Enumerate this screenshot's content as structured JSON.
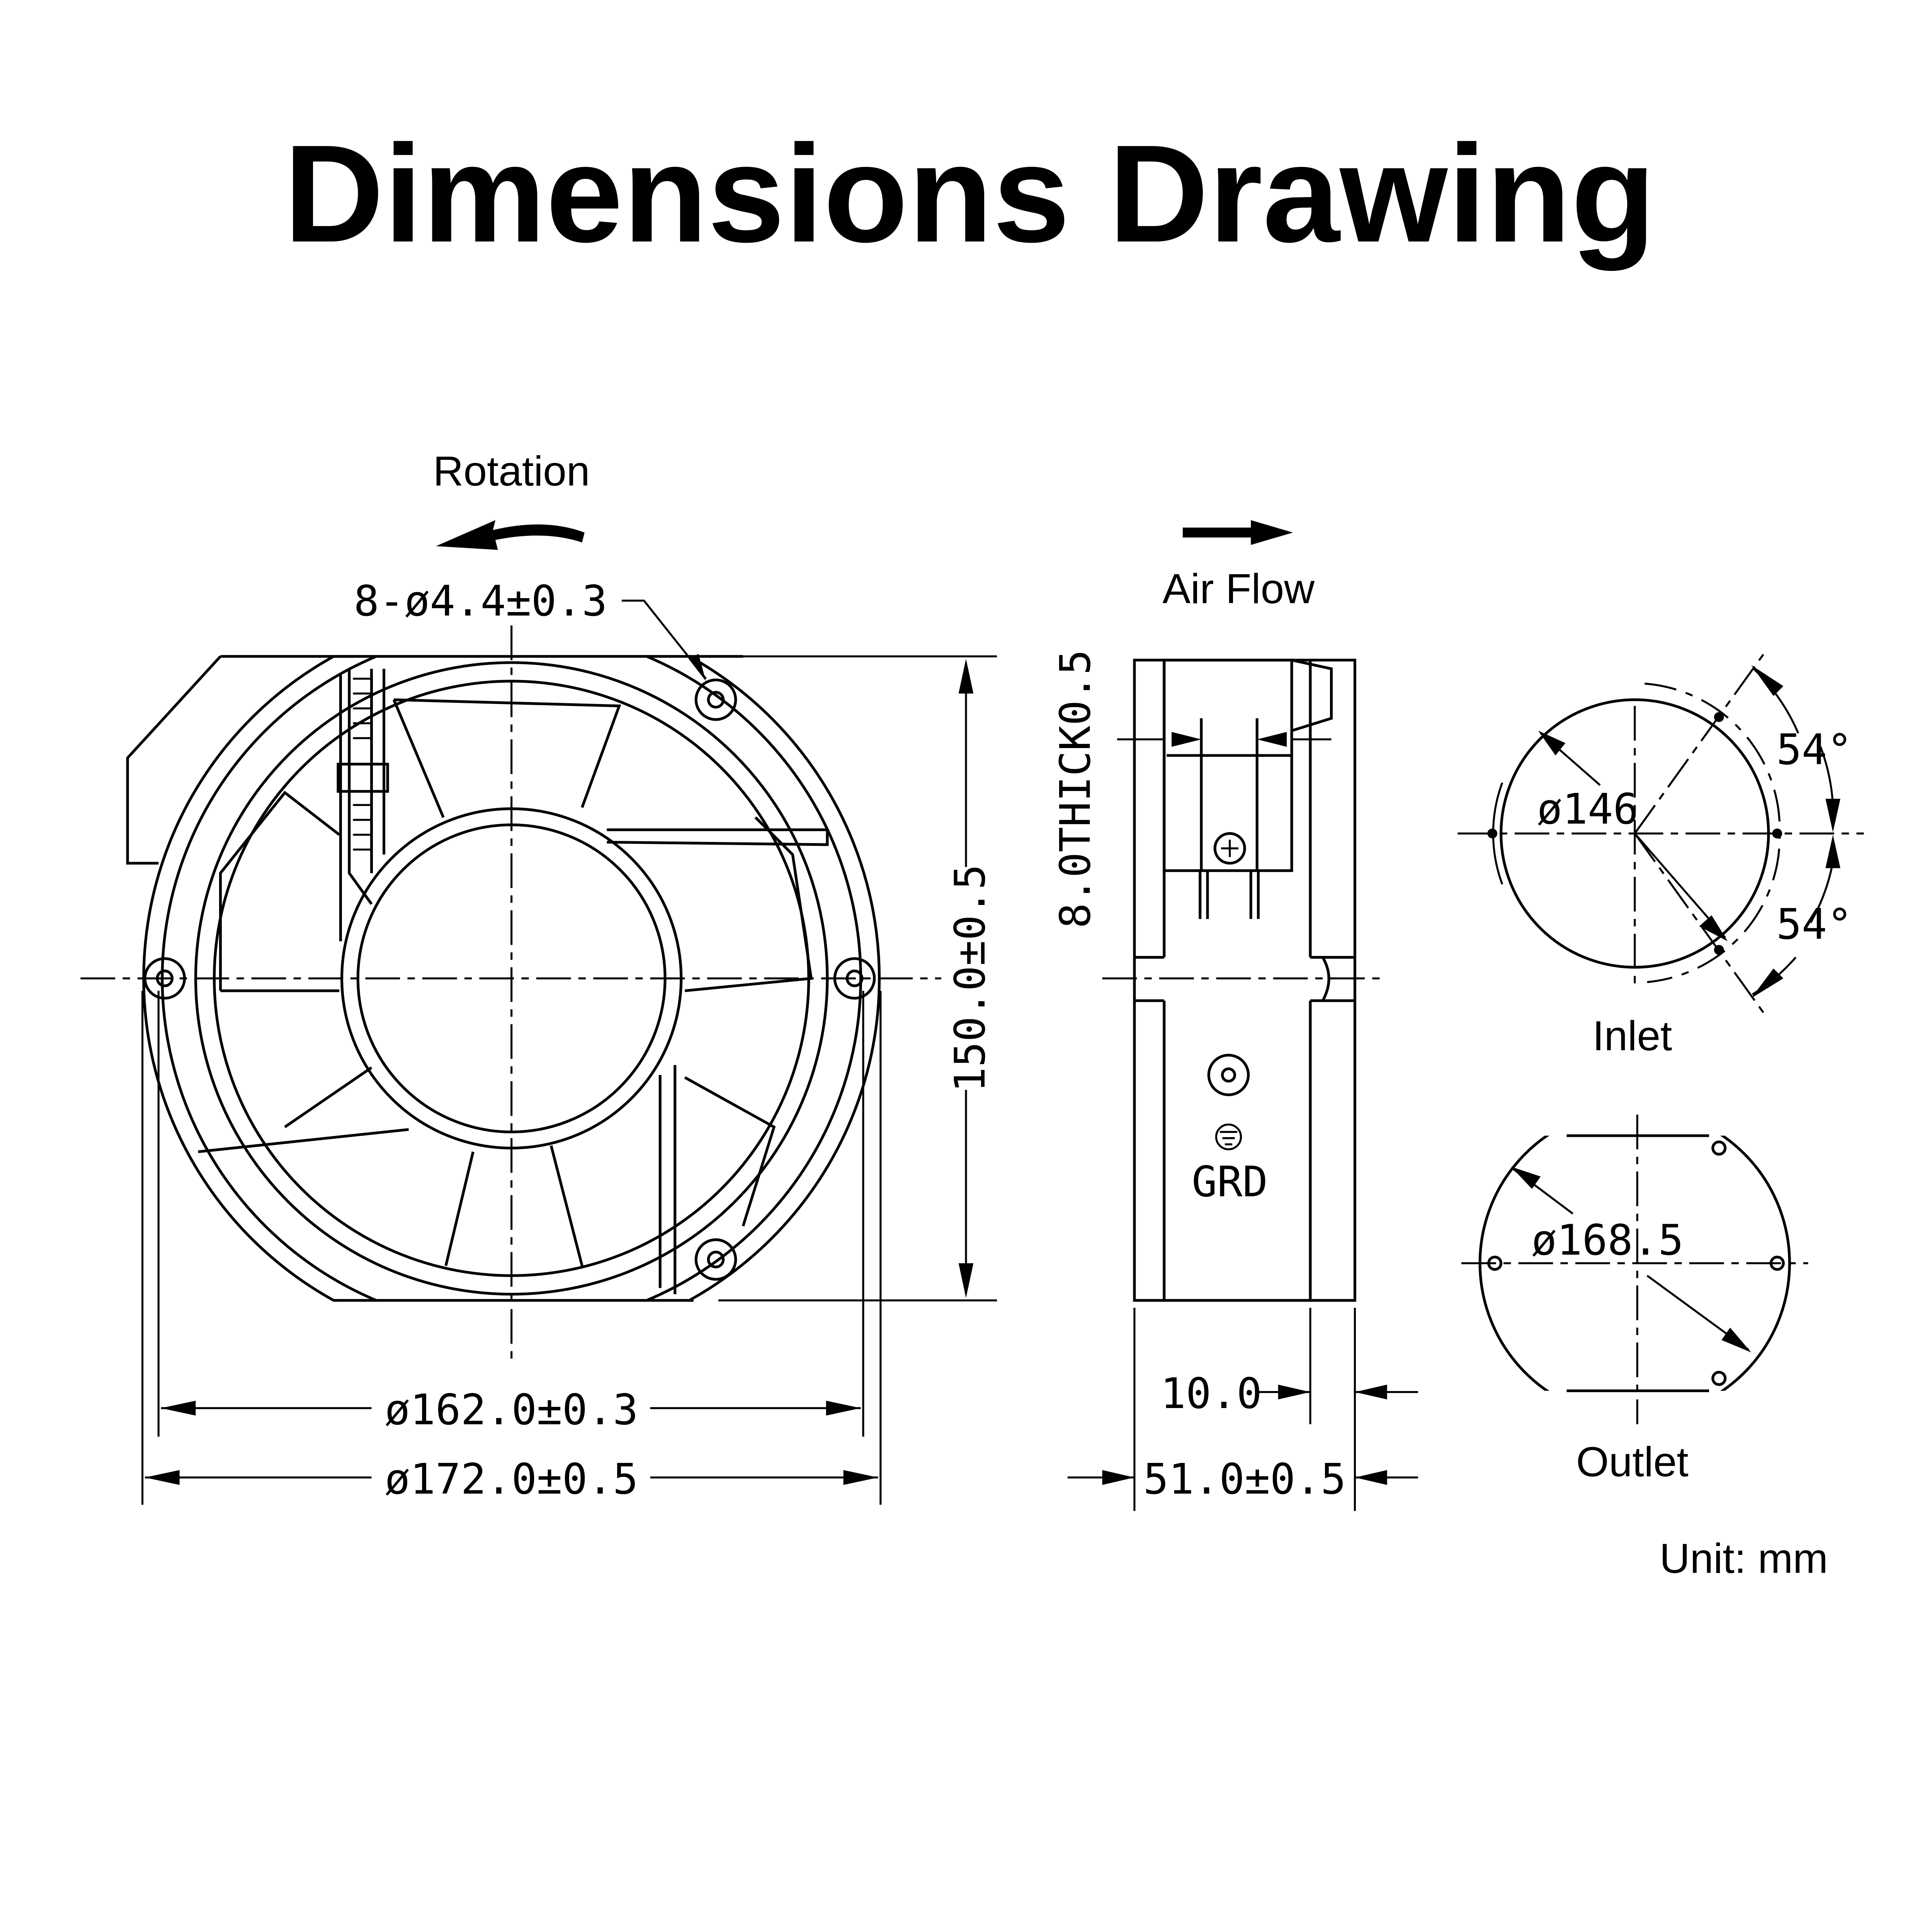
{
  "title": "Dimensions Drawing",
  "front_view": {
    "rotation_label": "Rotation",
    "hole_callout": "8-ø4.4±0.3",
    "height_dim": "150.0±0.5",
    "inner_diameter_dim": "ø162.0±0.3",
    "outer_diameter_dim": "ø172.0±0.5"
  },
  "side_view": {
    "airflow_label": "Air Flow",
    "thickness_dim": "8.0THICK0.5",
    "ground_label": "GRD",
    "flange_dim": "10.0",
    "depth_dim": "51.0±0.5"
  },
  "inlet": {
    "label": "Inlet",
    "diameter_dim": "ø146",
    "angle_top": "54°",
    "angle_bottom": "54°"
  },
  "outlet": {
    "label": "Outlet",
    "diameter_dim": "ø168.5"
  },
  "unit_label": "Unit: mm"
}
